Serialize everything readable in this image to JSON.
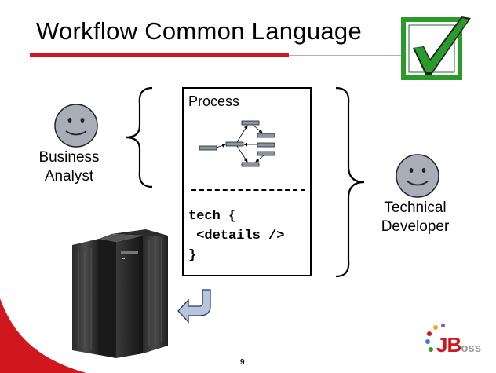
{
  "slide": {
    "title": "Workflow Common Language",
    "page_number": "9"
  },
  "business_analyst": {
    "icon": "smiley-face-icon",
    "line1": "Business",
    "line2": "Analyst"
  },
  "technical_developer": {
    "icon": "smiley-face-icon",
    "line1": "Technical",
    "line2": "Developer"
  },
  "process_box": {
    "heading": "Process",
    "code_line1": "tech {",
    "code_line2": " <details />",
    "code_line3": "}"
  },
  "logo": {
    "brand": "JBoss"
  },
  "colors": {
    "accent_red": "#d0171d",
    "check_green": "#2a9a2a",
    "face_gray": "#a9adb8",
    "arrow_blue": "#b9c3dc",
    "diagram_node": "#8794a8"
  }
}
